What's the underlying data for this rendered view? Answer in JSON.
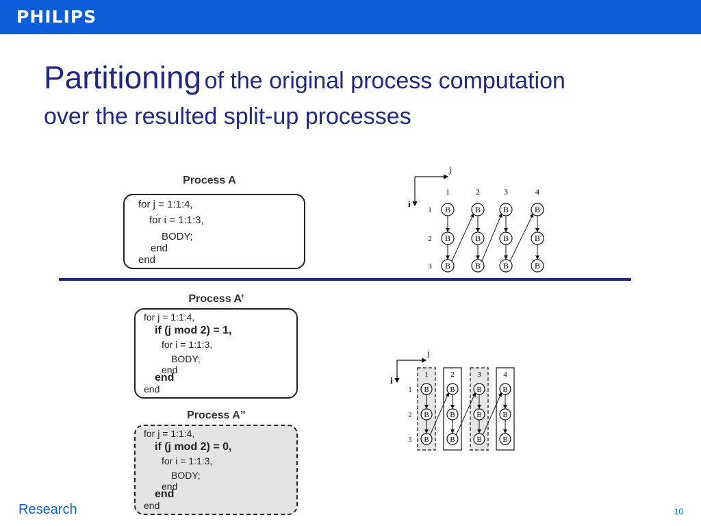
{
  "header": {
    "brand": "PHILIPS",
    "bar_color": "#0b5ed7"
  },
  "title": {
    "main": "Partitioning",
    "rest": "of the original process computation",
    "line2": "over the resulted split-up processes",
    "color": "#1f2a80"
  },
  "process_a": {
    "label": "Process A",
    "lines": [
      "for j = 1:1:4,",
      "for i = 1:1:3,",
      "BODY;",
      "end",
      "end"
    ]
  },
  "process_a1": {
    "label": "Process A’",
    "lines": [
      "for j = 1:1:4,",
      "if (j mod 2) = 1,",
      "for i = 1:1:3,",
      "BODY;",
      "end",
      "end",
      "end"
    ]
  },
  "process_a2": {
    "label": "Process A”",
    "lines": [
      "for j = 1:1:4,",
      "if (j mod 2) = 0,",
      "for i = 1:1:3,",
      "BODY;",
      "end",
      "end",
      "end"
    ]
  },
  "diagram": {
    "axis_j": "j",
    "axis_i": "i",
    "columns": [
      "1",
      "2",
      "3",
      "4"
    ],
    "rows": [
      "1",
      "2",
      "3"
    ],
    "node_label": "B"
  },
  "footer": {
    "left": "Research",
    "page": "10"
  }
}
